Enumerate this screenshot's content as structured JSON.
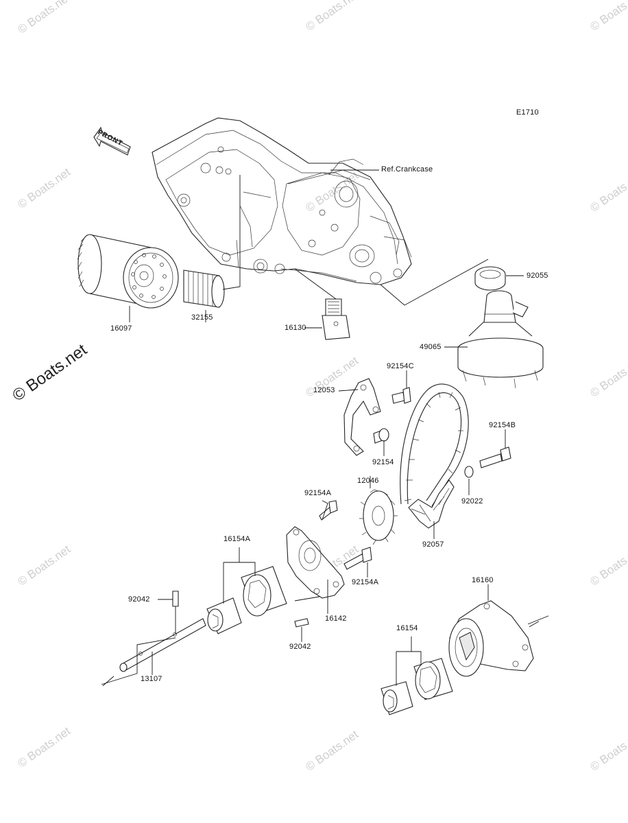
{
  "diagram": {
    "code": "E1710",
    "front_label": "FRONT",
    "ref_label": "Ref.Crankcase",
    "watermark": "© Boats.net",
    "parts": [
      {
        "id": "p16097",
        "number": "16097"
      },
      {
        "id": "p32155",
        "number": "32155"
      },
      {
        "id": "p16130",
        "number": "16130"
      },
      {
        "id": "p92055",
        "number": "92055"
      },
      {
        "id": "p49065",
        "number": "49065"
      },
      {
        "id": "p92154C",
        "number": "92154C"
      },
      {
        "id": "p12053",
        "number": "12053"
      },
      {
        "id": "p92154B",
        "number": "92154B"
      },
      {
        "id": "p92154",
        "number": "92154"
      },
      {
        "id": "p92022",
        "number": "92022"
      },
      {
        "id": "p92154A_1",
        "number": "92154A"
      },
      {
        "id": "p12046",
        "number": "12046"
      },
      {
        "id": "p16154A",
        "number": "16154A"
      },
      {
        "id": "p92057",
        "number": "92057"
      },
      {
        "id": "p92154A_2",
        "number": "92154A"
      },
      {
        "id": "p16160",
        "number": "16160"
      },
      {
        "id": "p92042_1",
        "number": "92042"
      },
      {
        "id": "p16142",
        "number": "16142"
      },
      {
        "id": "p16154",
        "number": "16154"
      },
      {
        "id": "p92042_2",
        "number": "92042"
      },
      {
        "id": "p13107",
        "number": "13107"
      }
    ]
  }
}
